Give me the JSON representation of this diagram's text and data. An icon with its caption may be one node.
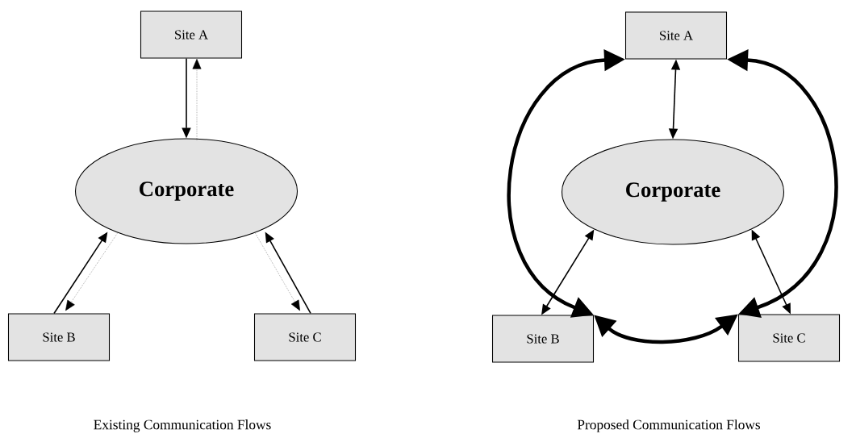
{
  "diagram": {
    "nodes": [
      {
        "text": [
          "Site A"
        ]
      },
      {
        "text": [
          "Corporate"
        ]
      },
      {
        "text": [
          "Site B"
        ]
      },
      {
        "text": [
          "Site C"
        ]
      },
      {
        "text": [
          "Site A"
        ]
      },
      {
        "text": [
          "Corporate"
        ]
      },
      {
        "text": [
          "Site B"
        ]
      },
      {
        "text": [
          "Site C"
        ]
      }
    ],
    "edges": [
      {
        "from": 0,
        "to": 1,
        "arrow": "to"
      },
      {
        "from": 1,
        "to": 0,
        "arrow": "to",
        "style": "dashed"
      },
      {
        "from": 2,
        "to": 1,
        "arrow": "to"
      },
      {
        "from": 1,
        "to": 2,
        "arrow": "to",
        "style": "dashed"
      },
      {
        "from": 3,
        "to": 1,
        "arrow": "to"
      },
      {
        "from": 1,
        "to": 3,
        "arrow": "to",
        "style": "dashed"
      },
      {
        "from": 4,
        "to": 5,
        "arrow": "both"
      },
      {
        "from": 5,
        "to": 6,
        "arrow": "both"
      },
      {
        "from": 5,
        "to": 7,
        "arrow": "both"
      },
      {
        "from": 4,
        "to": 6,
        "arrow": "both",
        "style": "thick"
      },
      {
        "from": 4,
        "to": 7,
        "arrow": "both",
        "style": "thick"
      },
      {
        "from": 6,
        "to": 7,
        "arrow": "both",
        "style": "thick"
      }
    ],
    "labels": [
      "Existing Communication Flows",
      "Proposed Communication Flows"
    ]
  }
}
